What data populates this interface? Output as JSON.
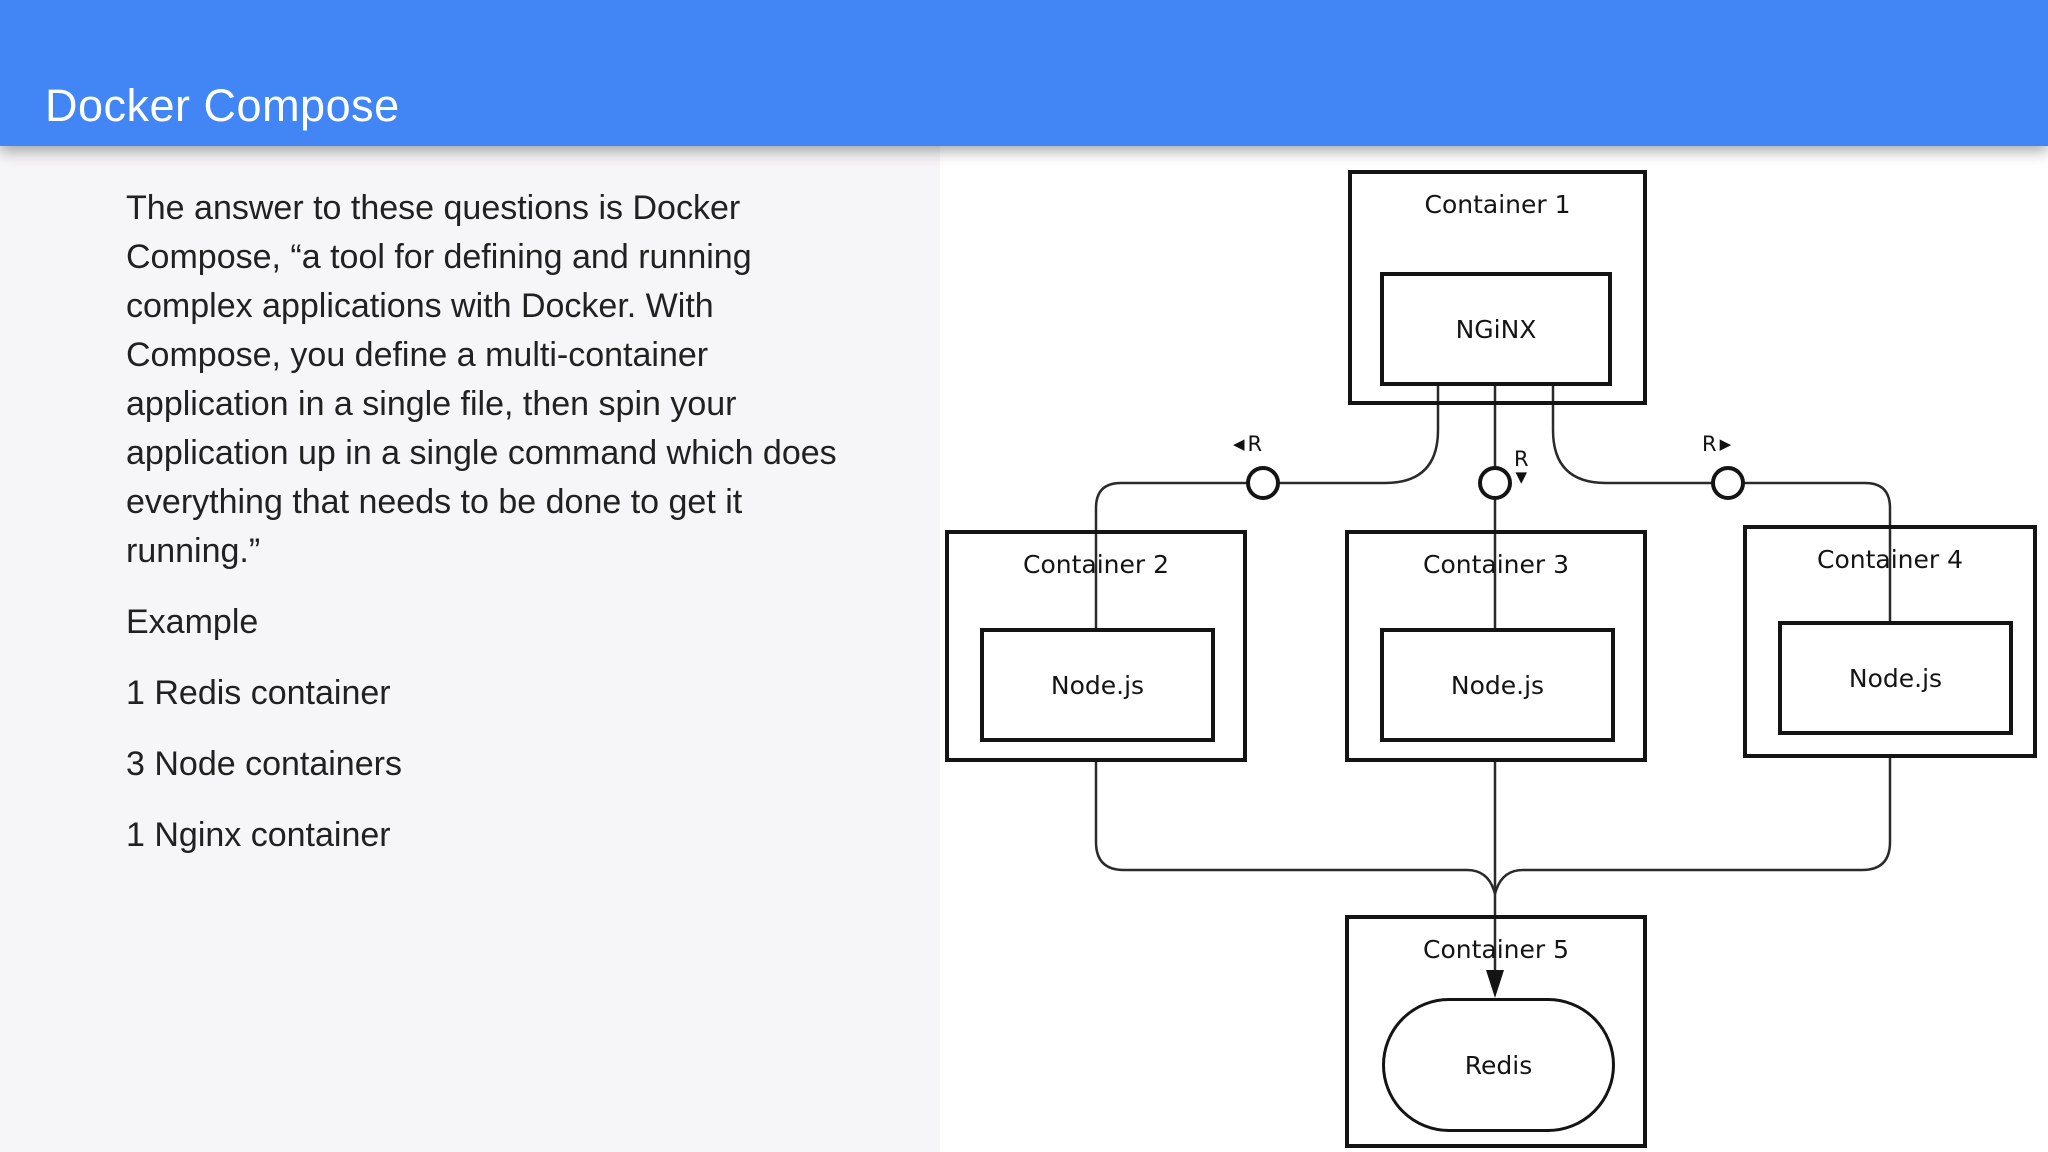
{
  "header": {
    "title": "Docker Compose"
  },
  "colors": {
    "header_blue": "#4285f4",
    "left_panel_bg": "#f6f5f7",
    "diagram_bg": "#ffffff",
    "ink": "#141414",
    "header_text": "#ffffff"
  },
  "content": {
    "paragraph_lines": [
      "The answer to these questions is Docker",
      "Compose, “a tool for defining and running",
      "complex applications with Docker. With",
      "Compose, you define a multi-container",
      "application in a single file, then spin your",
      "application up in a single command which does",
      "everything that needs to be done to get it",
      "running.”"
    ],
    "example_label": "Example",
    "items": [
      "1 Redis container",
      "3 Node containers",
      "1 Nginx container"
    ]
  },
  "diagram": {
    "containers": [
      {
        "title": "Container 1",
        "node": "NGiNX"
      },
      {
        "title": "Container 2",
        "node": "Node.js"
      },
      {
        "title": "Container 3",
        "node": "Node.js"
      },
      {
        "title": "Container 4",
        "node": "Node.js"
      },
      {
        "title": "Container 5",
        "node": "Redis"
      }
    ],
    "link_markers": [
      {
        "label": "R",
        "arrow": "◀",
        "position": "left"
      },
      {
        "label": "R",
        "arrow": "▼",
        "position": "middle"
      },
      {
        "label": "R",
        "arrow": "▶",
        "position": "right"
      }
    ]
  }
}
